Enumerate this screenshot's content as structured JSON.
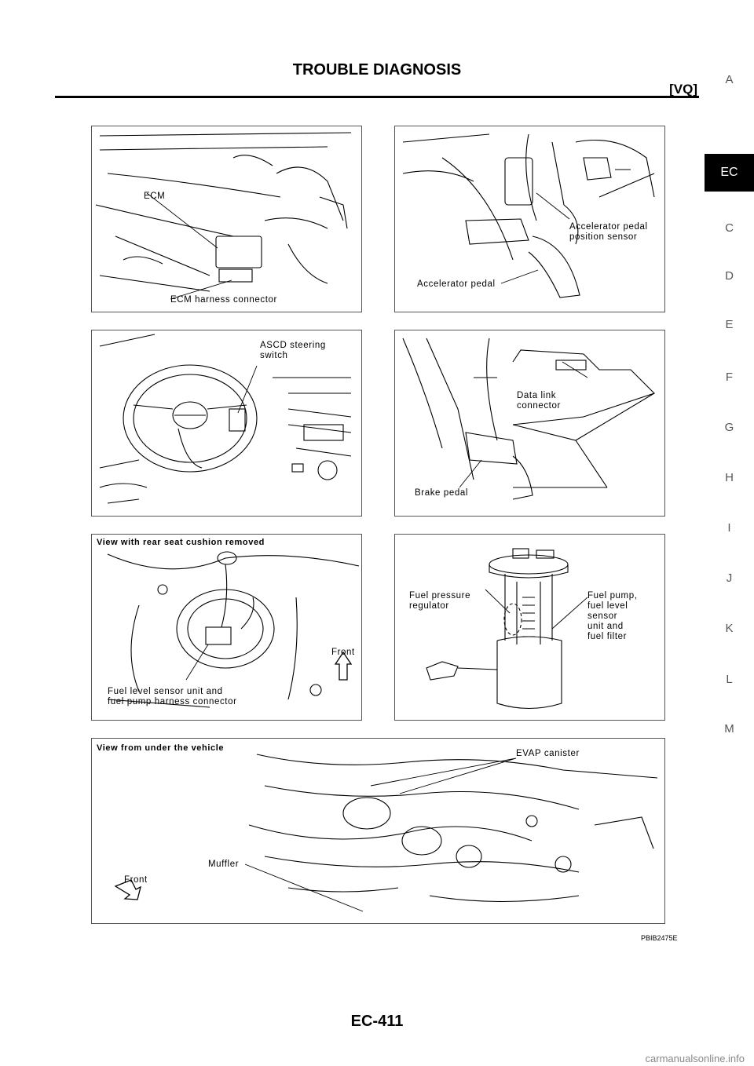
{
  "header": {
    "title": "TROUBLE DIAGNOSIS",
    "subtitle": "[VQ]"
  },
  "side_index": {
    "active": "EC",
    "items": [
      "A",
      "C",
      "D",
      "E",
      "F",
      "G",
      "H",
      "I",
      "J",
      "K",
      "L",
      "M"
    ]
  },
  "panels": {
    "ecm": {
      "label_ecm": "ECM",
      "label_connector": "ECM harness connector"
    },
    "accel": {
      "label_sensor": "Accelerator pedal\nposition sensor",
      "label_pedal": "Accelerator pedal"
    },
    "ascd": {
      "label_switch": "ASCD steering\nswitch"
    },
    "brake": {
      "label_dlc": "Data link\nconnector",
      "label_brake": "Brake pedal"
    },
    "fuel_top": {
      "header": "View with rear seat cushion removed",
      "label_front": "Front",
      "label_sensor": "Fuel level sensor unit and\nfuel pump harness connector"
    },
    "fuel_pump": {
      "label_regulator": "Fuel pressure\nregulator",
      "label_pump": "Fuel pump,\nfuel level\nsensor\nunit and\nfuel filter"
    },
    "evap": {
      "header": "View from under the vehicle",
      "label_evap": "EVAP canister",
      "label_muffler": "Muffler",
      "label_front": "Front"
    }
  },
  "figure_id": "PBIB2475E",
  "page_number": "EC-411",
  "watermark": "carmanualsonline.info"
}
